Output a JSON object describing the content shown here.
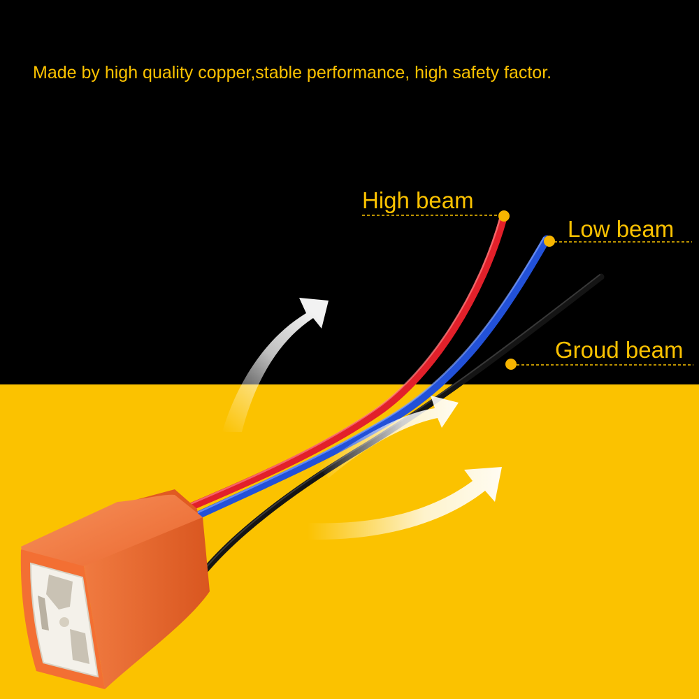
{
  "colors": {
    "top_background": "#000000",
    "bottom_background": "#fbc200",
    "text_accent": "#fbc200",
    "dot": "#f7b500",
    "wire_red": "#e2202a",
    "wire_blue": "#2251d8",
    "wire_black": "#141414",
    "connector_orange": "#f2743a",
    "ceramic": "#f4f1ea"
  },
  "headline": "Made by high quality copper,stable performance, high safety factor.",
  "labels": {
    "high_beam": "High beam",
    "low_beam": "Low beam",
    "ground_beam": "Groud beam"
  },
  "icons": {
    "arrows": "curved-arrow-icon",
    "connector": "h4-connector"
  }
}
